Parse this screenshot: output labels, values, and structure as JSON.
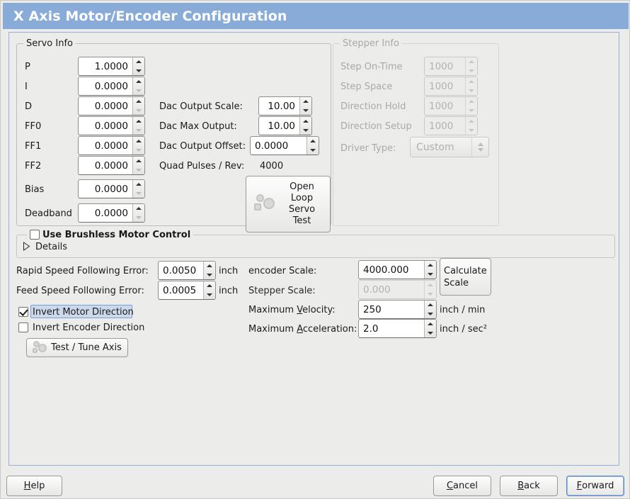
{
  "window": {
    "title": "X Axis Motor/Encoder Configuration",
    "title_bar_color": "#88abd8",
    "background_color": "#ececea",
    "panel_border_color": "#95b1d6"
  },
  "servo_info": {
    "legend": "Servo Info",
    "fields": [
      {
        "label": "P",
        "value": "1.0000"
      },
      {
        "label": "I",
        "value": "0.0000"
      },
      {
        "label": "D",
        "value": "0.0000"
      },
      {
        "label": "FF0",
        "value": "0.0000"
      },
      {
        "label": "FF1",
        "value": "0.0000"
      },
      {
        "label": "FF2",
        "value": "0.0000"
      },
      {
        "label": "Bias",
        "value": "0.0000"
      },
      {
        "label": "Deadband",
        "value": "0.0000"
      }
    ],
    "dac": [
      {
        "label": "Dac Output Scale:",
        "value": "10.00"
      },
      {
        "label": "Dac Max Output:",
        "value": "10.00"
      },
      {
        "label": "Dac Output Offset:",
        "value": "0.0000"
      }
    ],
    "quad_pulses_label": "Quad Pulses / Rev:",
    "quad_pulses_value": "4000",
    "open_loop_button": {
      "line1": "Open",
      "line2": "Loop",
      "line3": "Servo",
      "line4": "Test",
      "icon": "gears-icon"
    }
  },
  "stepper_info": {
    "legend": "Stepper Info",
    "enabled": false,
    "fields": [
      {
        "label": "Step On-Time",
        "value": "1000"
      },
      {
        "label": "Step Space",
        "value": "1000"
      },
      {
        "label": "Direction Hold",
        "value": "1000"
      },
      {
        "label": "Direction Setup",
        "value": "1000"
      }
    ],
    "driver_type_label": "Driver Type:",
    "driver_type_value": "Custom"
  },
  "brushless": {
    "legend": "Use Brushless Motor Control",
    "checked": false,
    "details_label": "Details",
    "details_expanded": false
  },
  "tuning": {
    "rapid_error_label": "Rapid Speed Following Error:",
    "rapid_error_value": "0.0050",
    "rapid_error_unit": "inch",
    "feed_error_label": "Feed Speed Following Error:",
    "feed_error_value": "0.0005",
    "feed_error_unit": "inch",
    "invert_motor_label": "Invert Motor Direction",
    "invert_motor_checked": true,
    "invert_encoder_label": "Invert Encoder Direction",
    "invert_encoder_checked": false,
    "test_tune_label": "Test / Tune Axis"
  },
  "scales": {
    "encoder_scale_label": "encoder Scale:",
    "encoder_scale_value": "4000.000",
    "stepper_scale_label": "Stepper Scale:",
    "stepper_scale_value": "0.000",
    "stepper_scale_enabled": false,
    "calculate_scale_line1": "Calculate",
    "calculate_scale_line2": "Scale",
    "max_velocity_label_pre": "Maximum ",
    "max_velocity_label_mn": "V",
    "max_velocity_label_post": "elocity:",
    "max_velocity_value": "250",
    "max_velocity_unit": "inch / min",
    "max_accel_label_pre": "Maximum ",
    "max_accel_label_mn": "A",
    "max_accel_label_post": "cceleration:",
    "max_accel_value": "2.0",
    "max_accel_unit": "inch / sec²"
  },
  "footer": {
    "help": {
      "pre": "",
      "mn": "H",
      "post": "elp"
    },
    "cancel": {
      "pre": "",
      "mn": "C",
      "post": "ancel"
    },
    "back": {
      "pre": "",
      "mn": "B",
      "post": "ack"
    },
    "forward": {
      "pre": "",
      "mn": "F",
      "post": "orward"
    },
    "focused_button": "forward"
  }
}
